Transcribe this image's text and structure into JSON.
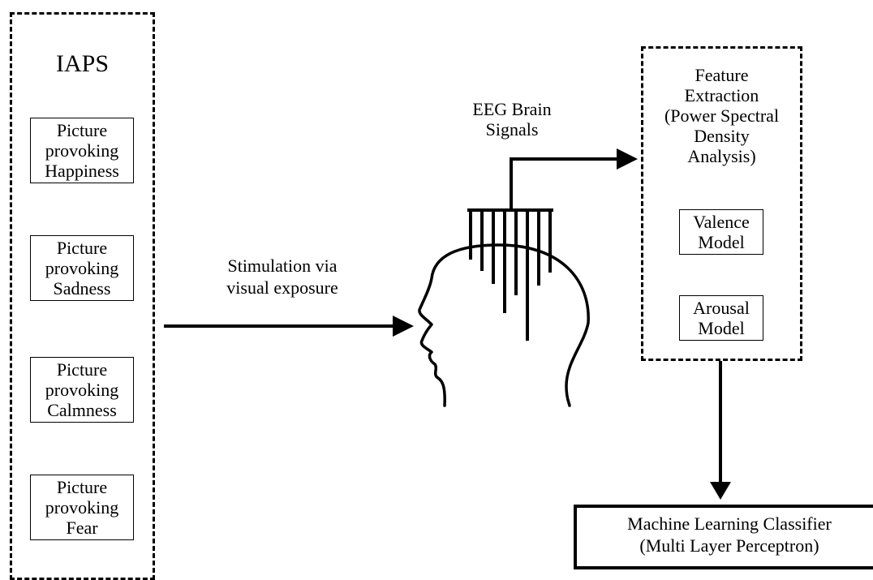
{
  "iaps": {
    "title": "IAPS",
    "pictures": [
      {
        "line1": "Picture",
        "line2": "provoking",
        "line3": "Happiness"
      },
      {
        "line1": "Picture",
        "line2": "provoking",
        "line3": "Sadness"
      },
      {
        "line1": "Picture",
        "line2": "provoking",
        "line3": "Calmness"
      },
      {
        "line1": "Picture",
        "line2": "provoking",
        "line3": "Fear"
      }
    ]
  },
  "stimulation": {
    "line1": "Stimulation via",
    "line2": "visual exposure"
  },
  "eeg": {
    "line1": "EEG Brain",
    "line2": "Signals"
  },
  "feature_extraction": {
    "line1": "Feature",
    "line2": "Extraction",
    "line3": "(Power Spectral",
    "line4": "Density",
    "line5": "Analysis)",
    "valence": {
      "line1": "Valence",
      "line2": "Model"
    },
    "arousal": {
      "line1": "Arousal",
      "line2": "Model"
    }
  },
  "classifier": {
    "line1": "Machine Learning Classifier",
    "line2": "(Multi Layer Perceptron)"
  },
  "icons": {
    "head": "human-head-icon",
    "electrodes": "eeg-electrodes-icon"
  }
}
